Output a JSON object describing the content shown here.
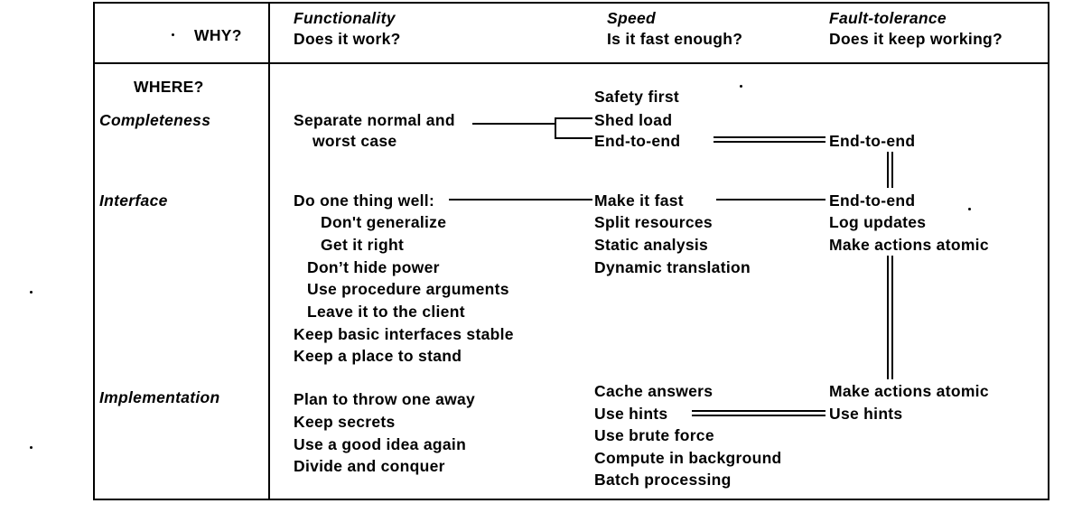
{
  "header": {
    "why": "WHY?",
    "functionality": {
      "title": "Functionality",
      "question": "Does it work?"
    },
    "speed": {
      "title": "Speed",
      "question": "Is it fast enough?"
    },
    "fault": {
      "title": "Fault-tolerance",
      "question": "Does it keep working?"
    }
  },
  "rows_header": {
    "where": "WHERE?"
  },
  "completeness": {
    "label": "Completeness",
    "functionality": [
      "Separate normal and",
      "worst case"
    ],
    "speed": [
      "Safety first",
      "Shed load",
      "End-to-end"
    ],
    "fault": [
      "End-to-end"
    ]
  },
  "interface": {
    "label": "Interface",
    "functionality": [
      "Do one thing well:",
      "Don't generalize",
      "Get it right",
      "Don’t hide power",
      "Use procedure arguments",
      "Leave it to the client",
      "Keep basic interfaces stable",
      "Keep a place to stand"
    ],
    "speed": [
      "Make it fast",
      "Split resources",
      "Static analysis",
      "Dynamic translation"
    ],
    "fault": [
      "End-to-end",
      "Log updates",
      "Make actions atomic"
    ]
  },
  "implementation": {
    "label": "Implementation",
    "functionality": [
      "Plan to throw one away",
      "Keep secrets",
      "Use a good idea again",
      "Divide and conquer"
    ],
    "speed": [
      "Cache answers",
      "Use hints",
      "Use brute force",
      "Compute in background",
      "Batch processing"
    ],
    "fault": [
      "Make actions atomic",
      "Use hints"
    ]
  }
}
